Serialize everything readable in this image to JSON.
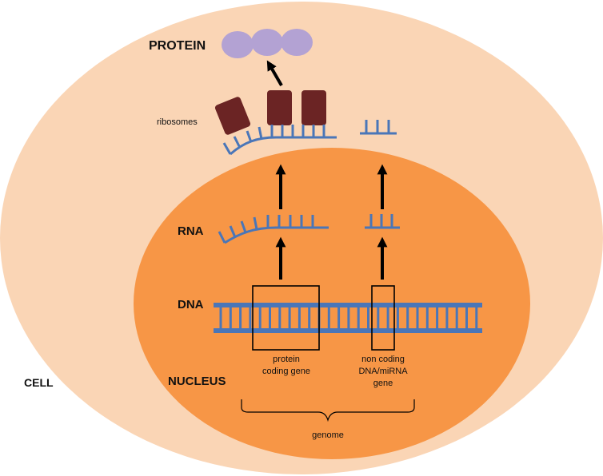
{
  "labels": {
    "protein": "PROTEIN",
    "ribosomes": "ribosomes",
    "rna": "RNA",
    "dna": "DNA",
    "nucleus": "NUCLEUS",
    "cell": "CELL",
    "protein_coding_gene": "protein\ncoding gene",
    "non_coding_gene": "non coding\nDNA/miRNA\ngene",
    "genome": "genome"
  },
  "colors": {
    "cell_fill": "#fad5b5",
    "nucleus_fill": "#f79646",
    "strand": "#4a76b8",
    "ribosome": "#6b2424",
    "protein": "#b3a2d3",
    "arrow": "#000000"
  }
}
